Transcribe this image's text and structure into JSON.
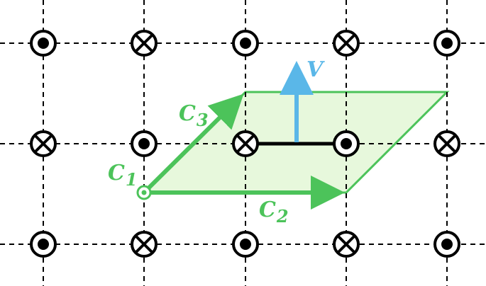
{
  "colors": {
    "background": "#ffffff",
    "grid": "#000000",
    "symbol": "#000000",
    "cell_fill": "#e7f8dc",
    "green": "#4cc35a",
    "blue": "#5ab7e8",
    "bond": "#000000"
  },
  "grid": {
    "columns": 5,
    "rows": 3
  },
  "lattice": {
    "rows": [
      [
        "dot",
        "cross",
        "dot",
        "cross",
        "dot"
      ],
      [
        "cross",
        "dot",
        "cross",
        "dot",
        "cross"
      ],
      [
        "dot",
        "cross",
        "dot",
        "cross",
        "dot"
      ]
    ]
  },
  "labels": {
    "c1_main": "C",
    "c1_sub": "1",
    "c2_main": "C",
    "c2_sub": "2",
    "c3_main": "C",
    "c3_sub": "3",
    "v": "V"
  }
}
